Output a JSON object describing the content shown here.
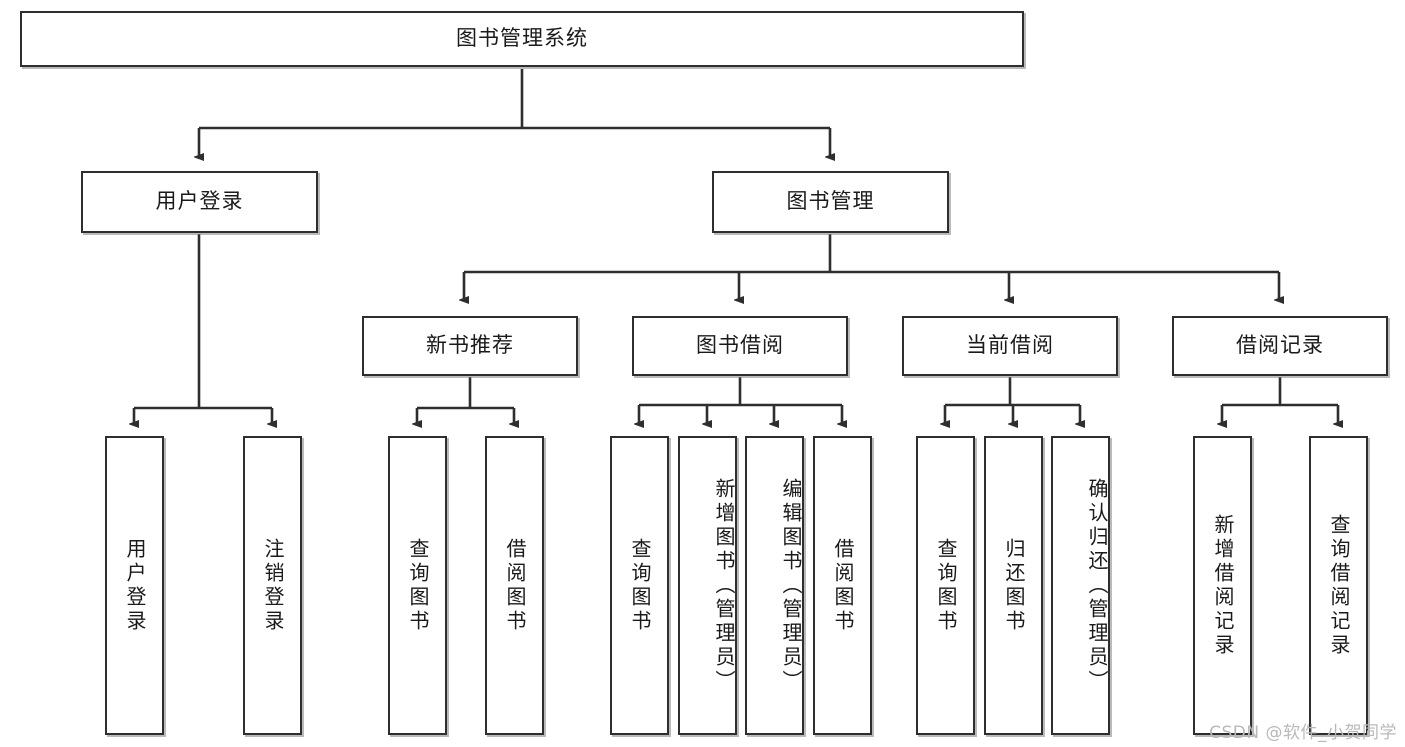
{
  "diagram": {
    "type": "tree-hierarchy-chart",
    "title": "图书管理系统",
    "orientation": "top-down",
    "colors": {
      "box_border": "#2e2e2e",
      "box_fill": "#ffffff",
      "edge": "#2e2e2e",
      "text": "#1a1a1a",
      "watermark": "#b9b9b9"
    },
    "levels": {
      "level1": [
        "图书管理系统"
      ],
      "level2": [
        "用户登录",
        "图书管理"
      ],
      "level3": [
        "新书推荐",
        "图书借阅",
        "当前借阅",
        "借阅记录"
      ],
      "level4": [
        "用户登录",
        "注销登录",
        "查询图书",
        "借阅图书",
        "查询图书",
        "新增图书（管理员）",
        "编辑图书（管理员）",
        "借阅图书",
        "查询图书",
        "归还图书",
        "确认归还（管理员）",
        "新增借阅记录",
        "查询借阅记录"
      ]
    },
    "nodes": {
      "root": {
        "label": "图书管理系统"
      },
      "user_login": {
        "label": "用户登录"
      },
      "book_manage": {
        "label": "图书管理"
      },
      "new_book_rec": {
        "label": "新书推荐"
      },
      "book_borrow": {
        "label": "图书借阅"
      },
      "current_borrow": {
        "label": "当前借阅"
      },
      "borrow_record": {
        "label": "借阅记录"
      },
      "leaf_user_login": {
        "label": "用户登录"
      },
      "leaf_logout": {
        "label": "注销登录"
      },
      "leaf_query_book_1": {
        "label": "查询图书"
      },
      "leaf_borrow_book_1": {
        "label": "借阅图书"
      },
      "leaf_query_book_2": {
        "label": "查询图书"
      },
      "leaf_add_book": {
        "label": "新增图书（管理员）"
      },
      "leaf_edit_book": {
        "label": "编辑图书（管理员）"
      },
      "leaf_borrow_book_2": {
        "label": "借阅图书"
      },
      "leaf_query_book_3": {
        "label": "查询图书"
      },
      "leaf_return_book": {
        "label": "归还图书"
      },
      "leaf_confirm_return": {
        "label": "确认归还（管理员）"
      },
      "leaf_add_record": {
        "label": "新增借阅记录"
      },
      "leaf_query_record": {
        "label": "查询借阅记录"
      }
    },
    "edges": [
      {
        "from": "root",
        "to": "user_login"
      },
      {
        "from": "root",
        "to": "book_manage"
      },
      {
        "from": "user_login",
        "to": "leaf_user_login"
      },
      {
        "from": "user_login",
        "to": "leaf_logout"
      },
      {
        "from": "book_manage",
        "to": "new_book_rec"
      },
      {
        "from": "book_manage",
        "to": "book_borrow"
      },
      {
        "from": "book_manage",
        "to": "current_borrow"
      },
      {
        "from": "book_manage",
        "to": "borrow_record"
      },
      {
        "from": "new_book_rec",
        "to": "leaf_query_book_1"
      },
      {
        "from": "new_book_rec",
        "to": "leaf_borrow_book_1"
      },
      {
        "from": "book_borrow",
        "to": "leaf_query_book_2"
      },
      {
        "from": "book_borrow",
        "to": "leaf_add_book"
      },
      {
        "from": "book_borrow",
        "to": "leaf_edit_book"
      },
      {
        "from": "book_borrow",
        "to": "leaf_borrow_book_2"
      },
      {
        "from": "current_borrow",
        "to": "leaf_query_book_3"
      },
      {
        "from": "current_borrow",
        "to": "leaf_return_book"
      },
      {
        "from": "current_borrow",
        "to": "leaf_confirm_return"
      },
      {
        "from": "borrow_record",
        "to": "leaf_add_record"
      },
      {
        "from": "borrow_record",
        "to": "leaf_query_record"
      }
    ]
  },
  "watermark": {
    "text": "CSDN @软件_小贺同学"
  }
}
